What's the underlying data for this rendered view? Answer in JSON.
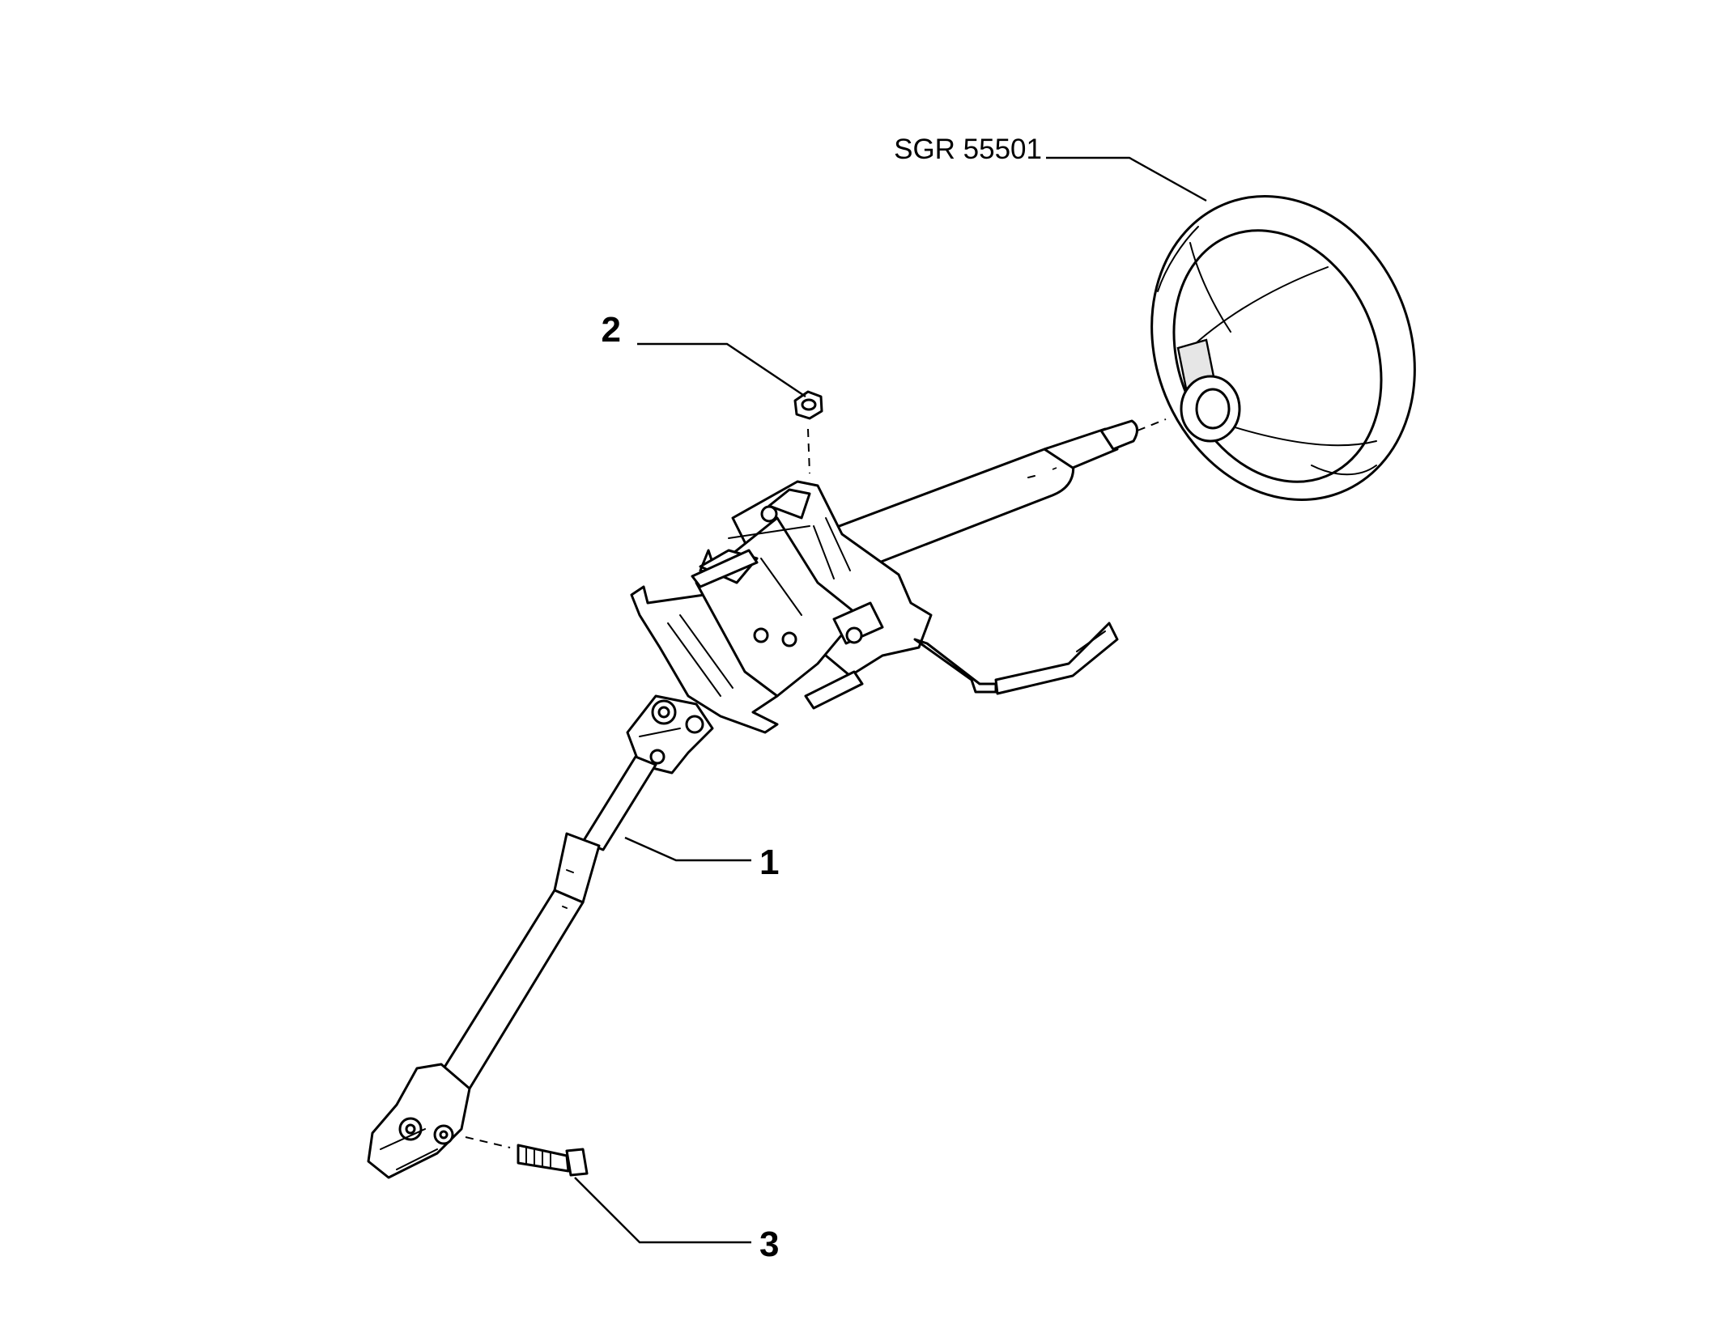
{
  "callouts": [
    {
      "id": "steering-wheel",
      "text": "SGR 55501"
    },
    {
      "id": "part-2",
      "text": "2"
    },
    {
      "id": "part-1",
      "text": "1"
    },
    {
      "id": "part-3",
      "text": "3"
    }
  ]
}
